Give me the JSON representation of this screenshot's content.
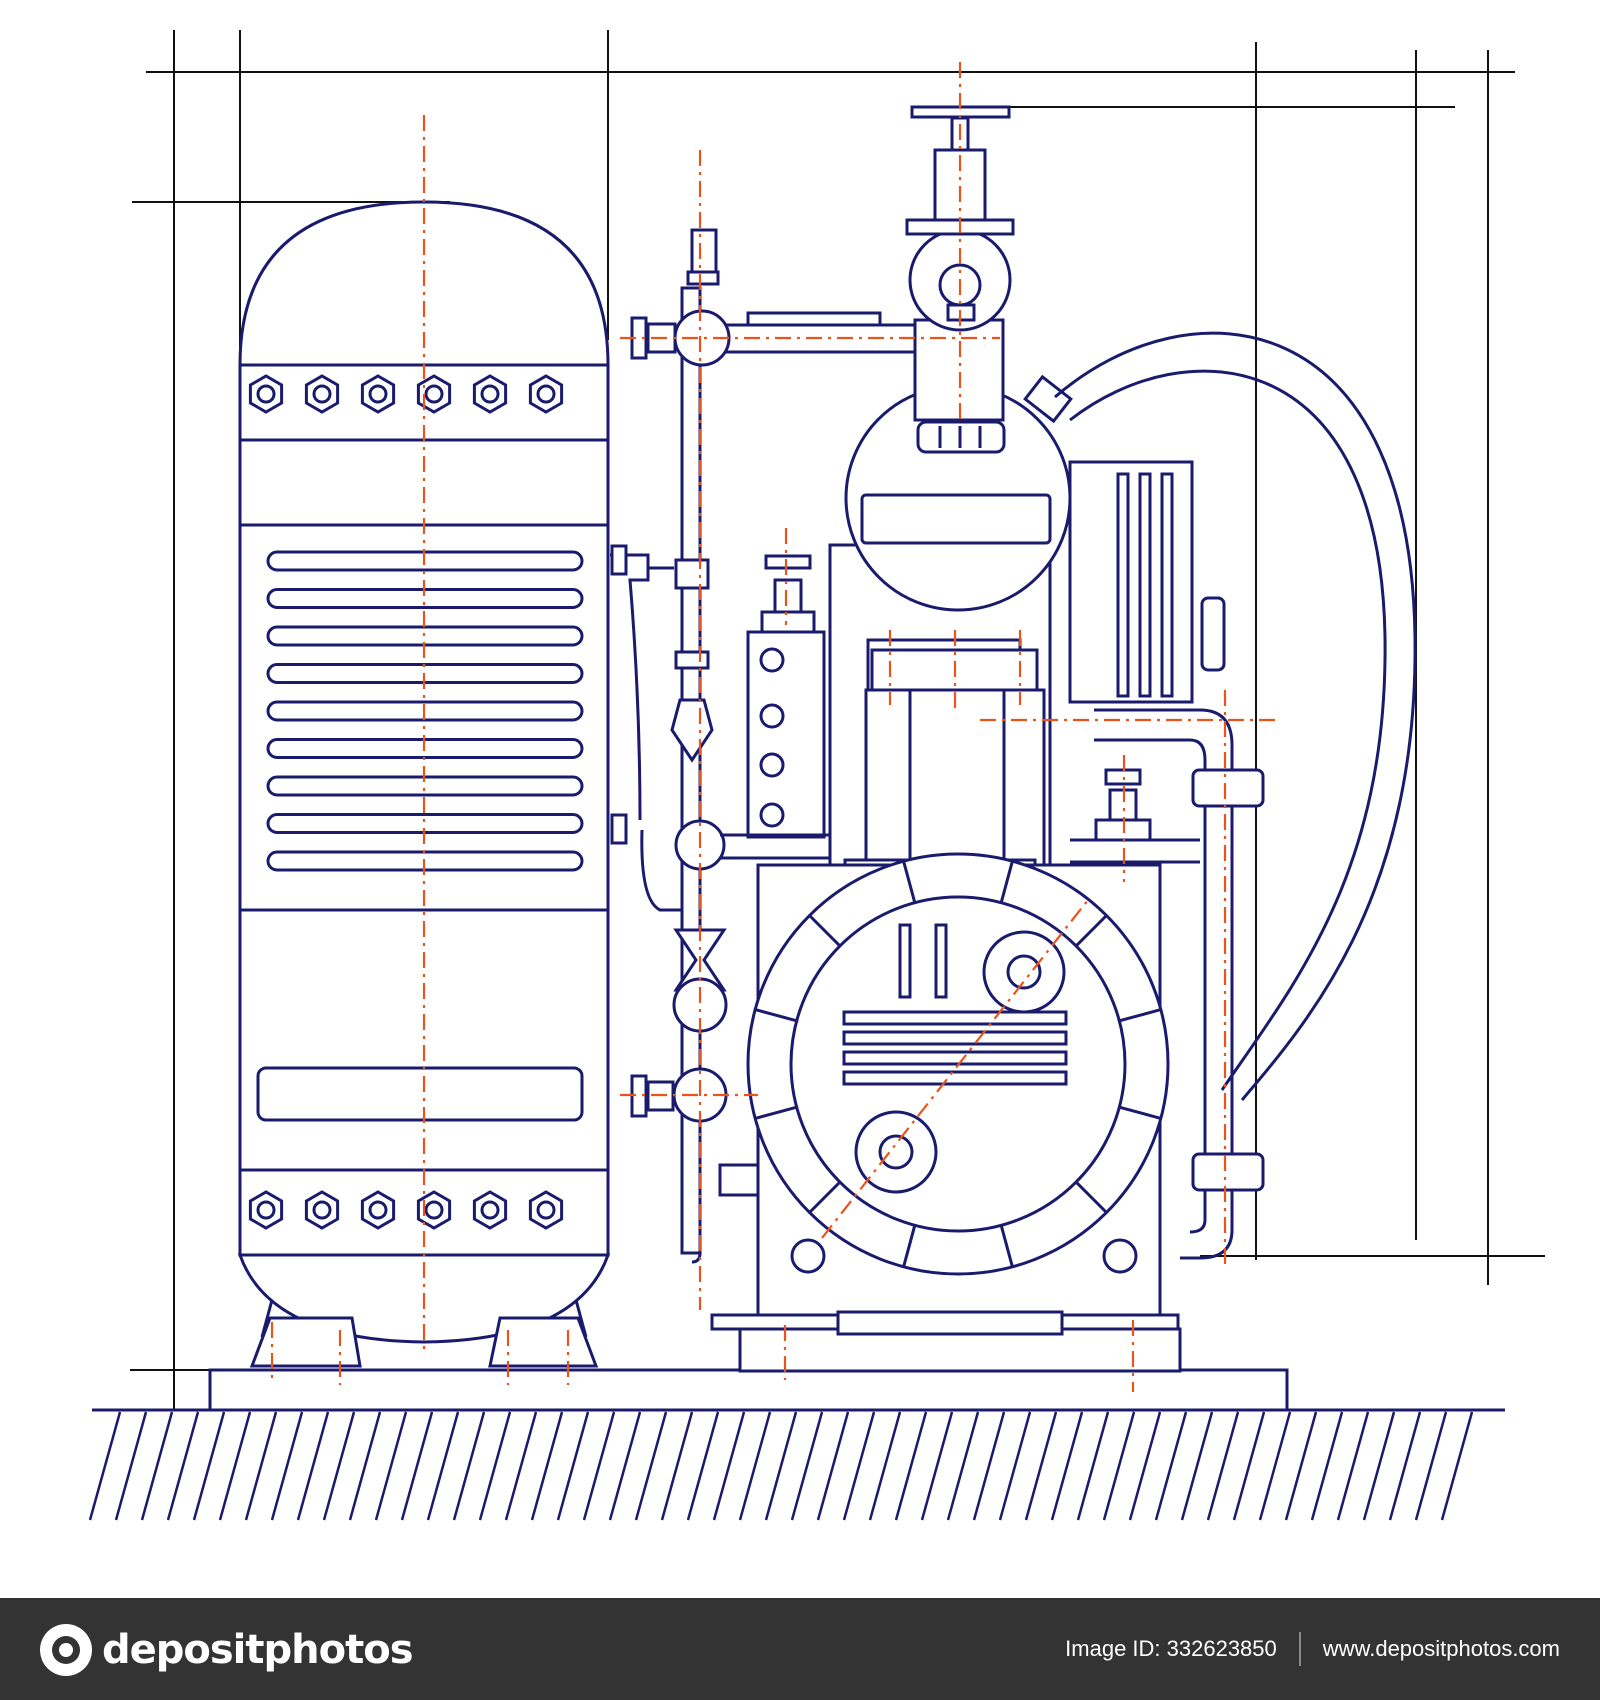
{
  "footer": {
    "brand_name": "depositphotos",
    "image_id": "Image ID: 332623850",
    "website": "www.depositphotos.com"
  },
  "colors": {
    "line": "#1b1b6e",
    "axis": "#e8541c",
    "footer_bg": "#333333"
  },
  "icons": {
    "logo": "depositphotos-logo-icon"
  }
}
